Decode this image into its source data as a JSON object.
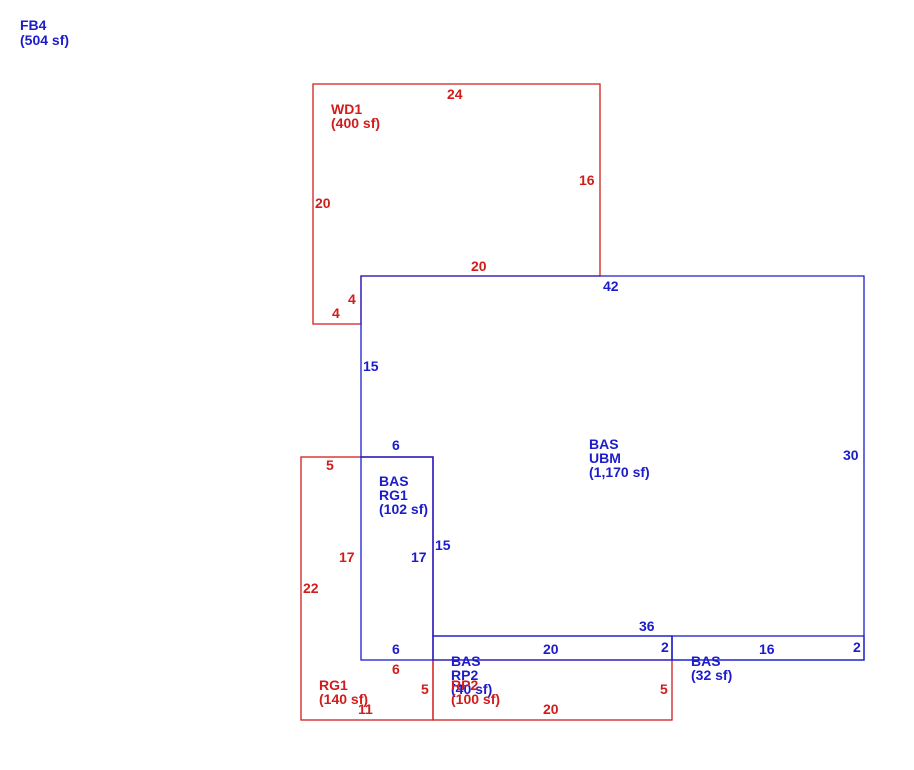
{
  "colors": {
    "blue": "#1c1ccc",
    "red": "#d21c1c"
  },
  "summary": {
    "code": "FB4",
    "area": "(504 sf)"
  },
  "areas": {
    "wd1": {
      "code": "WD1",
      "area": "(400 sf)"
    },
    "ubm": {
      "code1": "BAS",
      "code2": "UBM",
      "area": "(1,170 sf)"
    },
    "rg1_bas": {
      "code1": "BAS",
      "code2": "RG1",
      "area": "(102 sf)"
    },
    "rp2_bas": {
      "code1": "BAS",
      "code2": "RP2",
      "area": "(40 sf)"
    },
    "rp2": {
      "code": "RP2",
      "area": "(100 sf)"
    },
    "rg1": {
      "code": "RG1",
      "area": "(140 sf)"
    },
    "bas_small": {
      "code": "BAS",
      "area": "(32 sf)"
    }
  },
  "dims": {
    "wd1_top": "24",
    "wd1_right": "16",
    "wd1_left": "20",
    "wd1_bottom": "20",
    "wd1_step_v": "4",
    "wd1_step_h": "4",
    "ubm_top": "42",
    "ubm_right": "30",
    "ubm_left": "15",
    "ubm_inner": "36",
    "rg1_bas_top": "6",
    "rg1_bas_right": "15",
    "rg1_bas_inner": "17",
    "rg1_bas_bottom": "6",
    "rp2_bas_top": "20",
    "rp2_bas_right": "2",
    "bas_small_top": "16",
    "bas_small_right": "2",
    "rg1_top": "5",
    "rg1_left": "22",
    "rg1_inner": "17",
    "rg1_step": "6",
    "rg1_step_v": "5",
    "rg1_bottom": "11",
    "rp2_bottom": "20",
    "rp2_right": "5"
  }
}
